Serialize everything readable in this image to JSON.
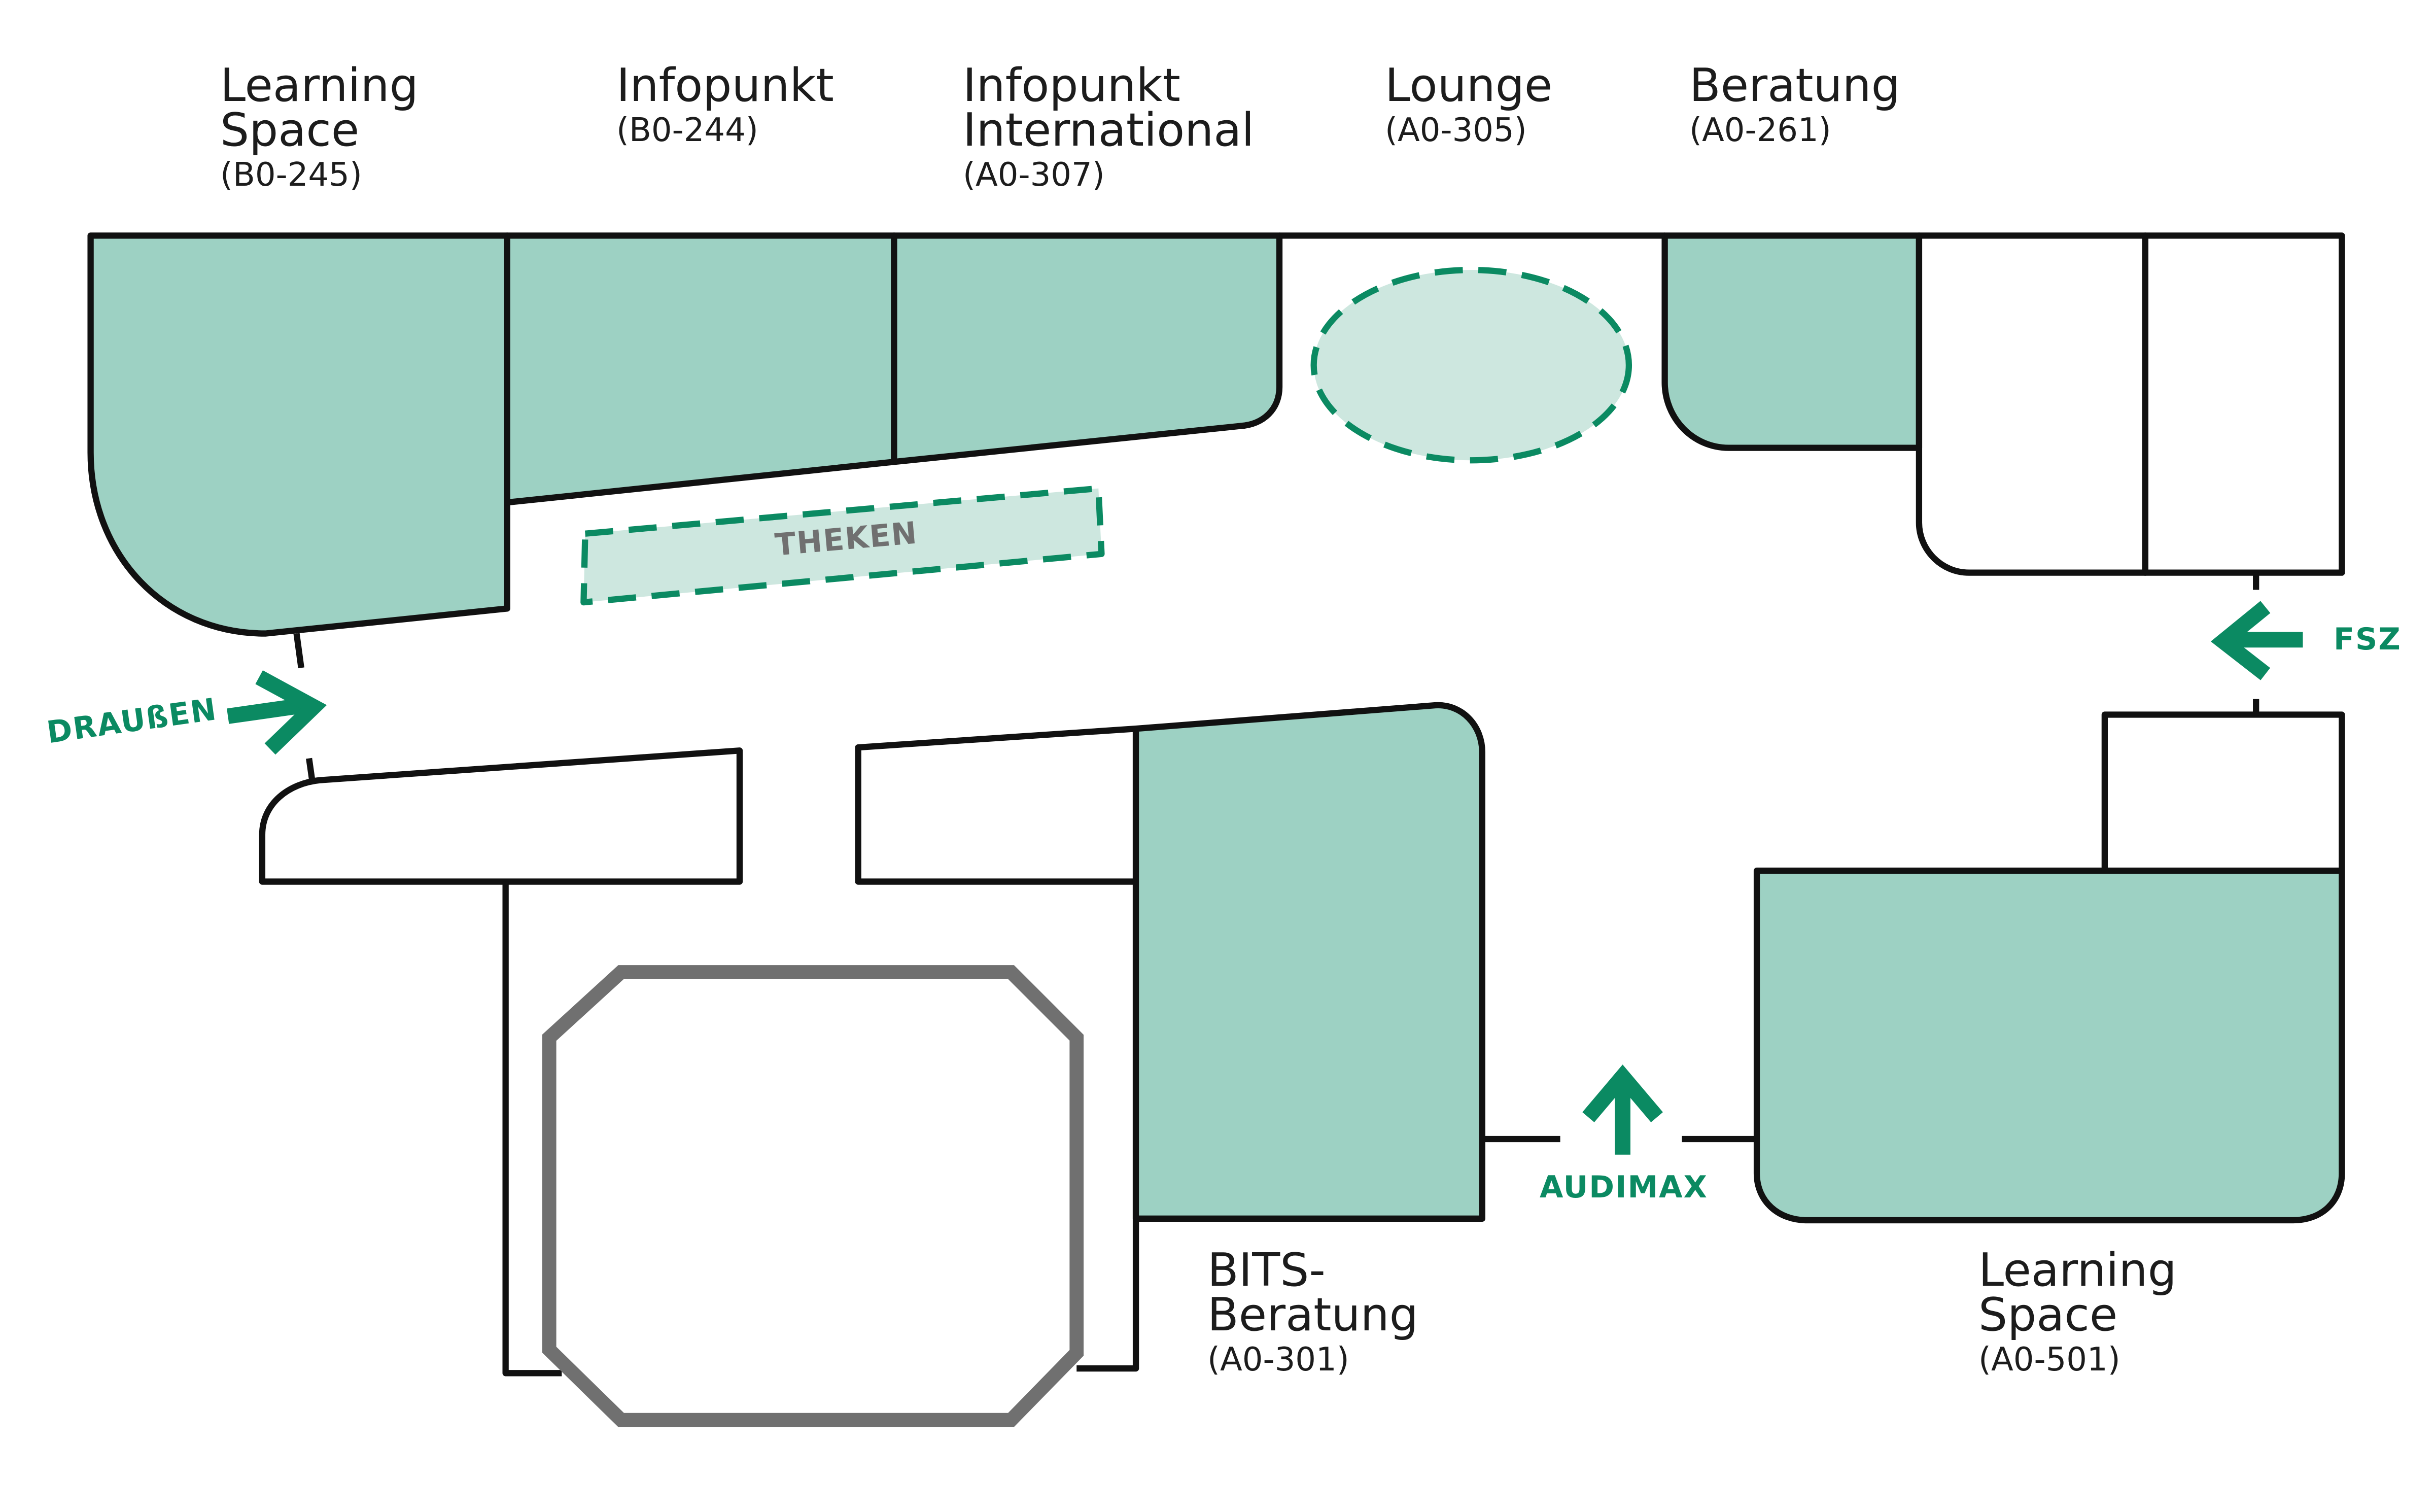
{
  "colors": {
    "room_fill": "#9dd1c3",
    "light_fill": "#cde7df",
    "accent": "#0b8a62",
    "outline": "#111111",
    "gray": "#707070"
  },
  "labels": {
    "learning_space_b": {
      "line1": "Learning",
      "line2": "Space",
      "room": "(B0-245)"
    },
    "infopunkt": {
      "line1": "Infopunkt",
      "room": "(B0-244)"
    },
    "infopunkt_international": {
      "line1": "Infopunkt",
      "line2": "International",
      "room": "(A0-307)"
    },
    "lounge": {
      "line1": "Lounge",
      "room": "(A0-305)"
    },
    "beratung": {
      "line1": "Beratung",
      "room": "(A0-261)"
    },
    "bits_beratung": {
      "line1": "BITS-",
      "line2": "Beratung",
      "room": "(A0-301)"
    },
    "learning_space_a": {
      "line1": "Learning",
      "line2": "Space",
      "room": "(A0-501)"
    }
  },
  "areas": {
    "theken": "THEKEN"
  },
  "directions": {
    "draussen": "DRAUßEN",
    "fsz": "FSZ",
    "audimax": "AUDIMAX"
  },
  "icons": {
    "draussen": "arrow-right-icon",
    "fsz": "arrow-left-icon",
    "audimax": "arrow-up-icon"
  }
}
